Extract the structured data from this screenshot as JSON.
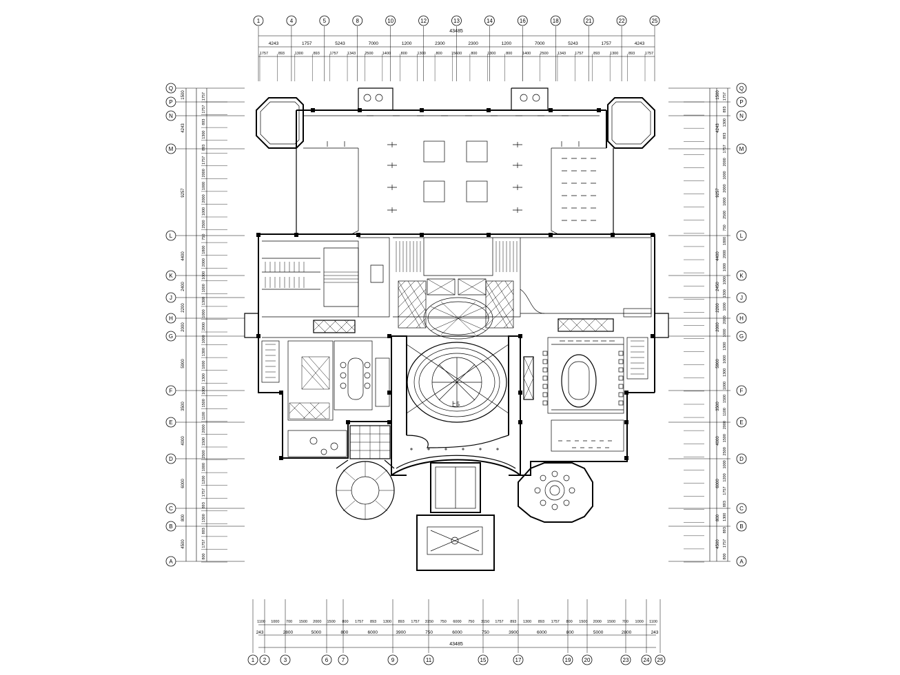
{
  "drawing": {
    "overall_top": "43485",
    "overall_bottom": "43485",
    "center_label": "上5"
  },
  "top_axes": [
    "1",
    "4",
    "5",
    "8",
    "10",
    "12",
    "13",
    "14",
    "16",
    "18",
    "21",
    "22",
    "25"
  ],
  "top_dim_row1": [
    "4243",
    "1757",
    "5243",
    "7000",
    "1200",
    "2300",
    "2300",
    "1200",
    "7000",
    "5243",
    "1757",
    "4243"
  ],
  "top_dim_row2": [
    "1757",
    "893",
    "1300",
    "893",
    "1757",
    "1343",
    "2500",
    "1400",
    "800",
    "1300",
    "800",
    "15600",
    "800",
    "1300",
    "800",
    "1400",
    "2500",
    "1343",
    "1757",
    "893",
    "1300",
    "893",
    "1757"
  ],
  "bottom_axes": [
    "1",
    "2",
    "3",
    "6",
    "7",
    "9",
    "11",
    "15",
    "17",
    "19",
    "20",
    "23",
    "24",
    "25"
  ],
  "bottom_dim_row1": [
    "1100",
    "1000",
    "700",
    "1500",
    "2000",
    "1500",
    "800",
    "1757",
    "893",
    "1300",
    "893",
    "1757",
    "3150",
    "750",
    "6000",
    "750",
    "3150",
    "1757",
    "893",
    "1300",
    "893",
    "1757",
    "800",
    "1500",
    "2000",
    "1500",
    "700",
    "1000",
    "1100"
  ],
  "bottom_dim_row2": [
    "243",
    "2800",
    "5000",
    "800",
    "6000",
    "3900",
    "750",
    "6000",
    "750",
    "3900",
    "6000",
    "800",
    "5000",
    "2800",
    "243"
  ],
  "row_axes": [
    "Q",
    "P",
    "N",
    "M",
    "L",
    "K",
    "J",
    "H",
    "G",
    "F",
    "E",
    "D",
    "C",
    "B",
    "A"
  ],
  "left_dims_outer": [
    "1500",
    "4243",
    "9257",
    "4400",
    "2400",
    "2200",
    "2000",
    "5900",
    "3500",
    "4000",
    "6000",
    "800",
    "4500"
  ],
  "left_dims_inner": [
    "1757",
    "1757",
    "893",
    "1300",
    "893",
    "1757",
    "2000",
    "1000",
    "2000",
    "1000",
    "2500",
    "750",
    "1800",
    "2000",
    "1000",
    "1000",
    "1300",
    "1000",
    "2000",
    "1000",
    "1300",
    "1000",
    "1300",
    "1000",
    "1500",
    "1100",
    "2000",
    "1500",
    "2500",
    "1000",
    "1200",
    "1757",
    "893",
    "1300",
    "893",
    "1757",
    "800"
  ],
  "right_dims_outer": [
    "1500",
    "4243",
    "9257",
    "4400",
    "2450",
    "2200",
    "2000",
    "5900",
    "3500",
    "4000",
    "6000",
    "800",
    "4500"
  ],
  "right_dims_inner": [
    "1757",
    "893",
    "1300",
    "893",
    "1757",
    "2000",
    "1000",
    "2000",
    "1000",
    "2500",
    "750",
    "1800",
    "2000",
    "1000",
    "1000",
    "1300",
    "1000",
    "2000",
    "1000",
    "1300",
    "1000",
    "1300",
    "1000",
    "1500",
    "1100",
    "2000",
    "1500",
    "2500",
    "1000",
    "1200",
    "1757",
    "893",
    "1300",
    "893",
    "1757",
    "800"
  ]
}
